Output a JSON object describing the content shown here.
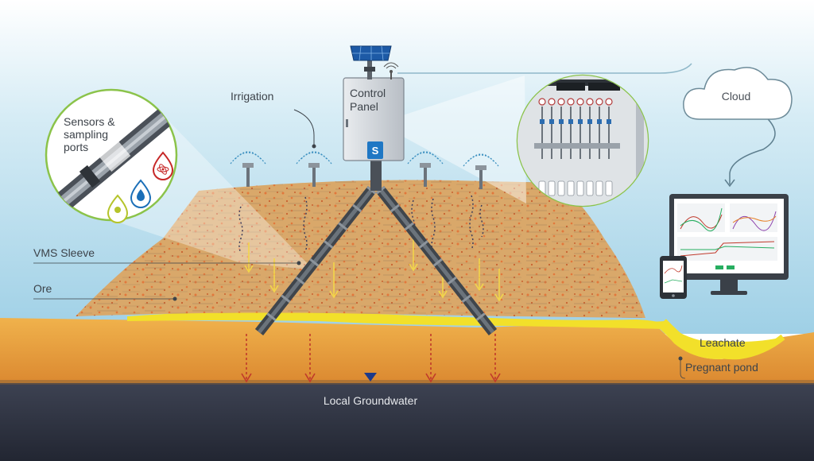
{
  "labels": {
    "sensors_line1": "Sensors &",
    "sensors_line2": "sampling",
    "sensors_line3": "ports",
    "irrigation": "Irrigation",
    "control_line1": "Control",
    "control_line2": "Panel",
    "cloud": "Cloud",
    "vms_sleeve": "VMS Sleeve",
    "ore": "Ore",
    "leachate": "Leachate",
    "pregnant_pond": "Pregnant pond",
    "groundwater": "Local Groundwater"
  },
  "colors": {
    "sky_top": "#ffffff",
    "sky_bottom": "#9fd0e6",
    "ore": "#d9a86a",
    "ore_dots": "#e2783c",
    "soil": "#e79a3c",
    "groundwater": "#2f3443",
    "leachate": "#f2e02a",
    "callout_border": "#8bc34a",
    "sleeve": "#50565e",
    "arrow_red": "#c0392b",
    "arrow_yellow": "#f2d64a",
    "water_blue": "#2a6fb0",
    "pond_badge": "#1b6fb8"
  },
  "icons": [
    "solar-panel-icon",
    "antenna-icon",
    "sprinkler-icon",
    "water-drop-icon",
    "atom-icon",
    "monitor-icon",
    "tablet-icon",
    "cloud-icon",
    "water-table-marker-icon"
  ]
}
